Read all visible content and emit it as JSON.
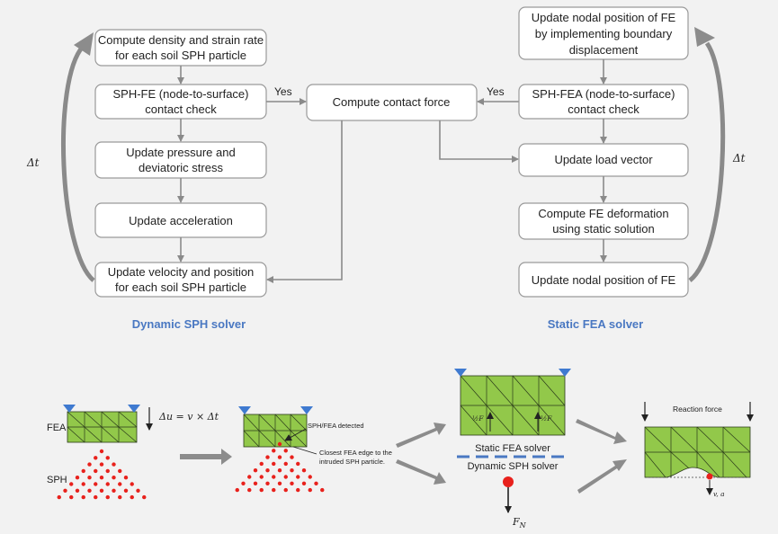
{
  "left_boxes": [
    {
      "line1": "Compute density and strain rate",
      "line2": "for each soil SPH particle"
    },
    {
      "line1": "SPH-FE (node-to-surface)",
      "line2": "contact check"
    },
    {
      "line1": "Update pressure and",
      "line2": "deviatoric stress"
    },
    {
      "line1": "Update acceleration",
      "line2": ""
    },
    {
      "line1": "Update velocity and position",
      "line2": "for each soil SPH particle"
    }
  ],
  "center_box": {
    "label": "Compute contact force"
  },
  "right_boxes": [
    {
      "line1": "Update nodal position of FE",
      "line2": "by implementing boundary",
      "line3": "displacement"
    },
    {
      "line1": "SPH-FEA (node-to-surface)",
      "line2": "contact check"
    },
    {
      "line1": "Update load vector",
      "line2": ""
    },
    {
      "line1": "Compute FE deformation",
      "line2": "using static solution"
    },
    {
      "line1": "Update nodal position of FE",
      "line2": ""
    }
  ],
  "yes_left": "Yes",
  "yes_right": "Yes",
  "dt_left": "Δt",
  "dt_right": "Δt",
  "solver_dynamic": "Dynamic SPH solver",
  "solver_static": "Static FEA solver",
  "bottom": {
    "fea_label": "FEA",
    "sph_label": "SPH",
    "du_formula": "Δu = v × Δt",
    "detected_label": "SPH/FEA detected",
    "closest_line1": "Closest FEA edge to the",
    "closest_line2": "intruded SPH particle.",
    "static_solver": "Static FEA solver",
    "dynamic_solver": "Dynamic SPH solver",
    "fn_label": "F",
    "fn_sub": "N",
    "half_fn_left": "½F",
    "half_fn_right": "½F",
    "reaction_force": "Reaction force",
    "va_label": "v, a"
  }
}
